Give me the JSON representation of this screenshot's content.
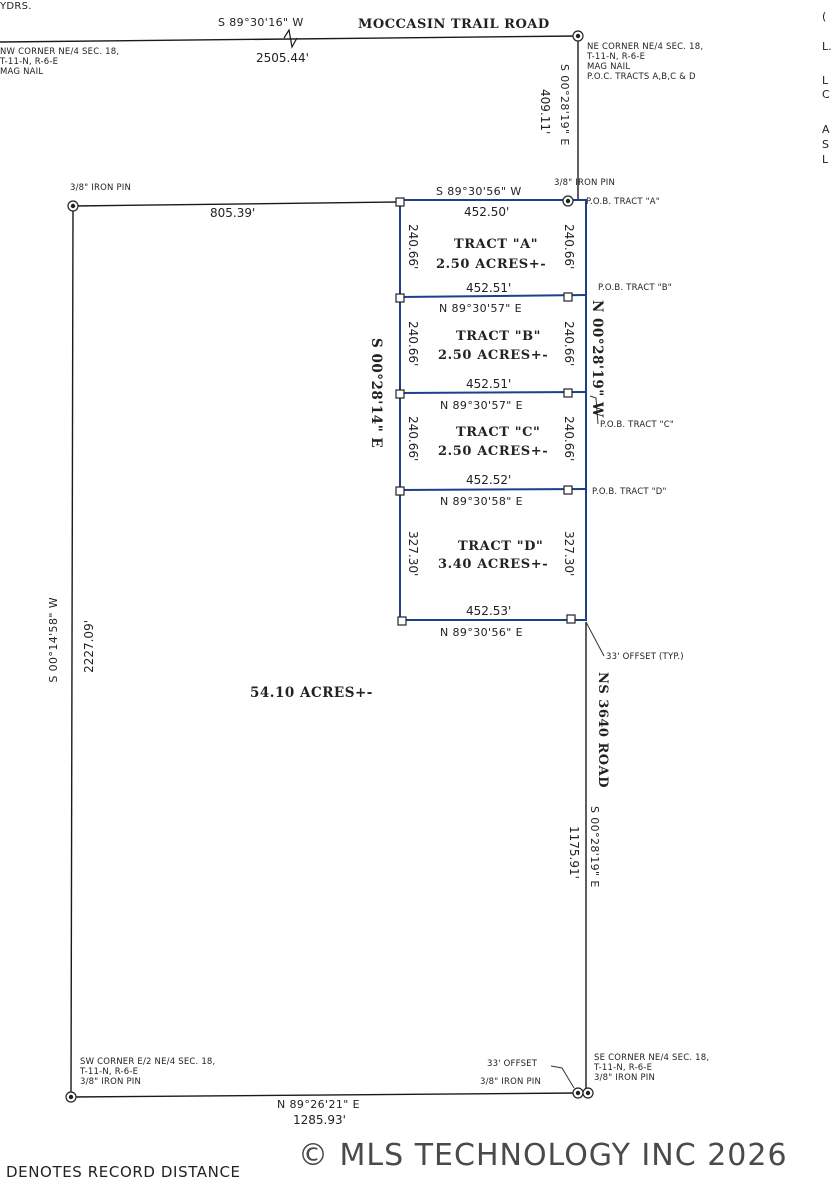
{
  "header": {
    "top_fragment": "YDRS."
  },
  "roads": {
    "north": "MOCCASIN TRAIL ROAD",
    "east": "NS 3640 ROAD"
  },
  "corners": {
    "nw": [
      "NW CORNER NE/4 SEC. 18,",
      "T-11-N, R-6-E",
      "MAG NAIL"
    ],
    "ne": [
      "NE CORNER NE/4 SEC. 18,",
      "T-11-N, R-6-E",
      "MAG NAIL",
      "P.O.C. TRACTS A,B,C & D"
    ],
    "sw": [
      "SW CORNER E/2 NE/4 SEC. 18,",
      "T-11-N, R-6-E",
      "3/8\" IRON PIN"
    ],
    "se": [
      "SE CORNER NE/4 SEC. 18,",
      "T-11-N, R-6-E",
      "3/8\" IRON PIN"
    ]
  },
  "pins": {
    "west_iron_pin": "3/8\" IRON PIN",
    "east_iron_pin": "3/8\" IRON PIN",
    "bottom_iron_pin": "3/8\" IRON PIN"
  },
  "offsets": {
    "typical": "33' OFFSET (TYP.)",
    "bottom": "33' OFFSET"
  },
  "boundary": {
    "north": {
      "bearing": "S 89°30'16\" W",
      "distance": "2505.44'"
    },
    "north_tie": {
      "bearing": "S 00°28'19\" E",
      "distance": "409.11'"
    },
    "west_top": {
      "distance": "805.39'"
    },
    "west": {
      "bearing": "S 00°14'58\" W",
      "distance": "2227.09'"
    },
    "south": {
      "bearing": "N 89°26'21\" E",
      "distance": "1285.93'"
    },
    "east_lower": {
      "bearing": "S 00°28'19\" E",
      "distance": "1175.91'"
    },
    "tracts_west": {
      "bearing": "S 00°28'14\" E"
    },
    "tracts_east": {
      "bearing": "N 00°28'19\" W"
    }
  },
  "tracts": [
    {
      "name": "TRACT \"A\"",
      "acres": "2.50 ACRES+-",
      "pob": "P.O.B. TRACT \"A\"",
      "north_bearing": "S 89°30'56\" W",
      "north_dist": "452.50'",
      "west_dist": "240.66'",
      "east_dist": "240.66'"
    },
    {
      "name": "TRACT \"B\"",
      "acres": "2.50 ACRES+-",
      "pob": "P.O.B. TRACT \"B\"",
      "north_bearing": "N 89°30'57\" E",
      "north_dist": "452.51'",
      "west_dist": "240.66'",
      "east_dist": "240.66'"
    },
    {
      "name": "TRACT \"C\"",
      "acres": "2.50 ACRES+-",
      "pob": "P.O.B. TRACT \"C\"",
      "north_bearing": "N 89°30'57\" E",
      "north_dist": "452.51'",
      "west_dist": "240.66'",
      "east_dist": "240.66'"
    },
    {
      "name": "TRACT \"D\"",
      "acres": "3.40 ACRES+-",
      "pob": "P.O.B. TRACT \"D\"",
      "north_bearing": "N 89°30'58\" E",
      "north_dist": "452.52'",
      "west_dist": "327.30'",
      "east_dist": "327.30'",
      "south_bearing": "N 89°30'56\" E",
      "south_dist": "452.53'"
    }
  ],
  "parent_acres": "54.10 ACRES+-",
  "right_edge": [
    "(",
    "L.",
    "L",
    "C",
    "A",
    "S",
    "L"
  ],
  "footer": {
    "legend": "DENOTES RECORD DISTANCE",
    "watermark": "© MLS TECHNOLOGY INC 2026"
  },
  "colors": {
    "tract_lines": "#1f3f8a",
    "boundary": "#1a1a1a"
  }
}
